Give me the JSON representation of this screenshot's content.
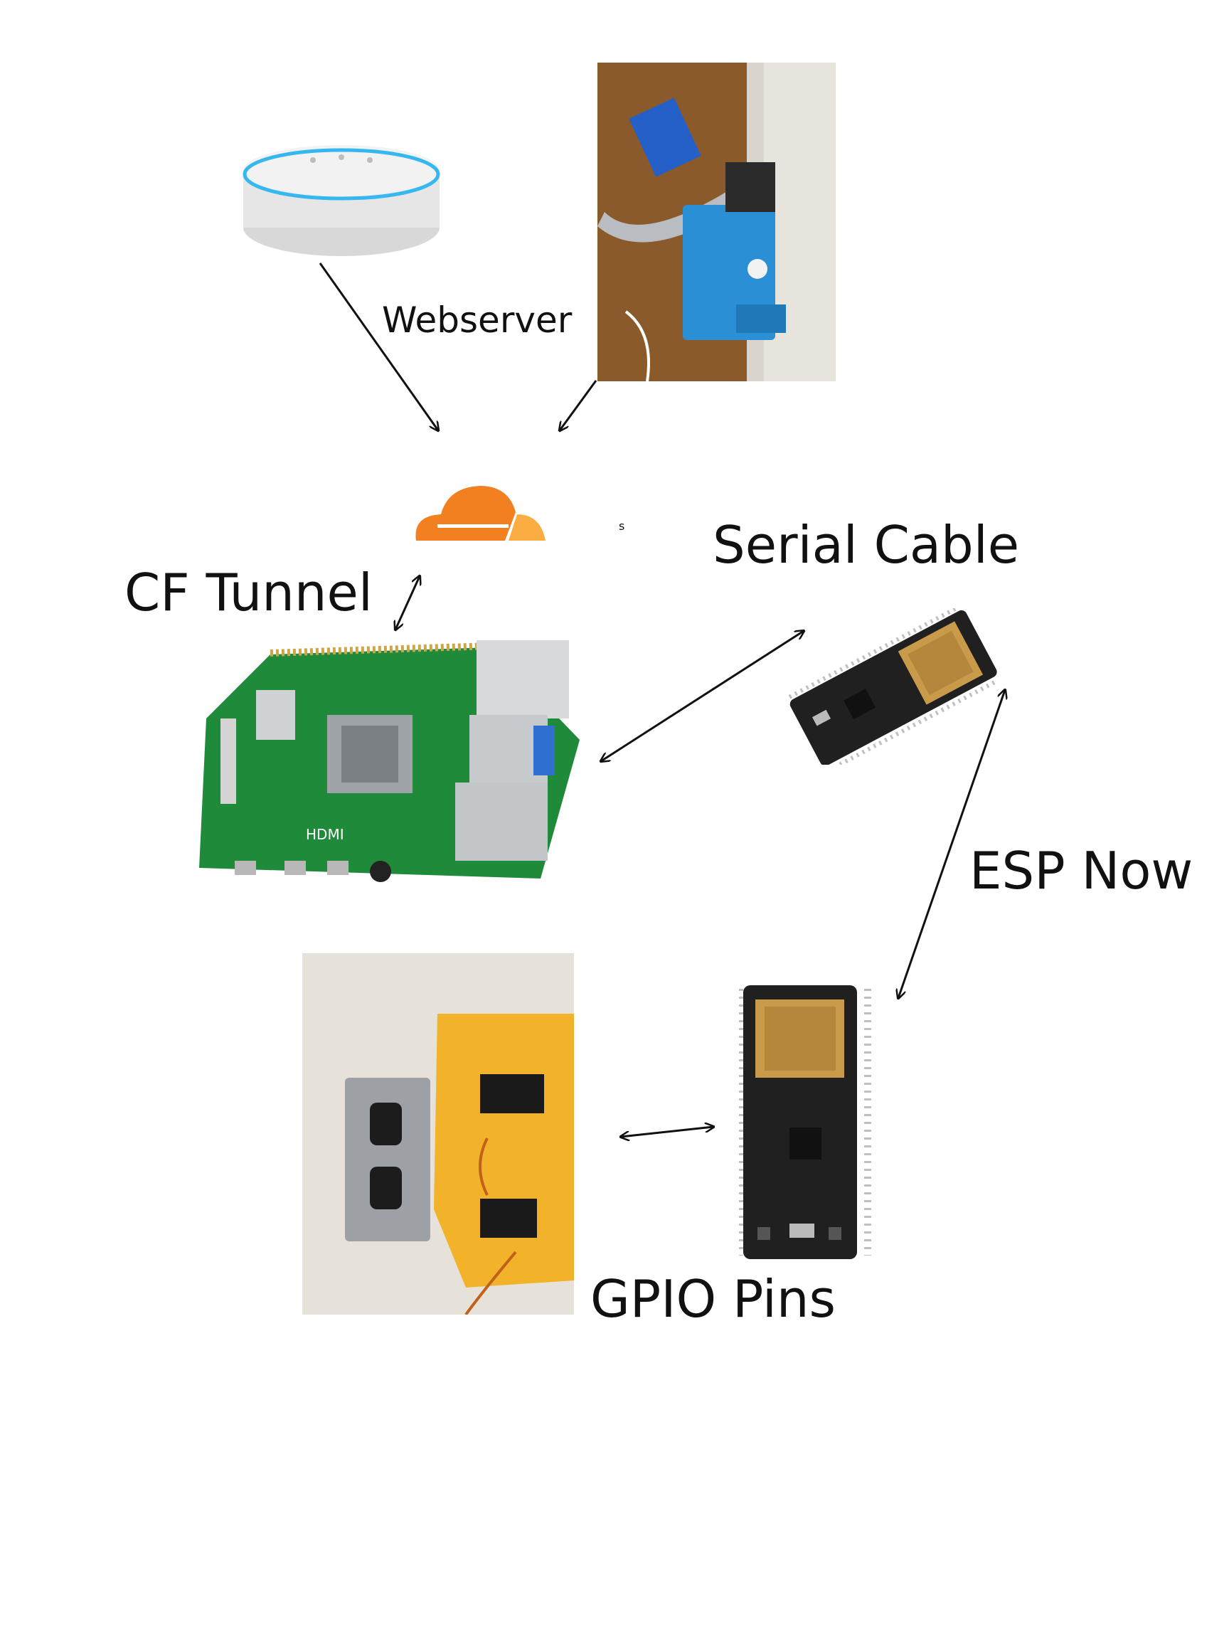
{
  "labels": {
    "webserver": "Webserver",
    "serial_cable": "Serial Cable",
    "cf_tunnel": "CF Tunnel",
    "esp_now": "ESP Now",
    "gpio_pins": "GPIO Pins",
    "stray_s": "s"
  },
  "colors": {
    "cloudflare_orange": "#f38020",
    "cloudflare_light": "#fbad41",
    "pcb_green": "#1f8a3a",
    "esp_board": "#202020",
    "blue_mount": "#2a8fd4",
    "yellow_mount": "#f2b32a",
    "arrow": "#111111"
  },
  "icons": {
    "smart_speaker": "echo-dot-icon",
    "door_latch": "door-latch-mount-icon",
    "cloudflare": "cloudflare-cloud-icon",
    "raspberry_pi": "raspberry-pi-board-icon",
    "esp32_top": "esp32-board-icon",
    "esp32_bottom": "esp32-board-icon",
    "switch_mount": "light-switch-mount-icon"
  }
}
